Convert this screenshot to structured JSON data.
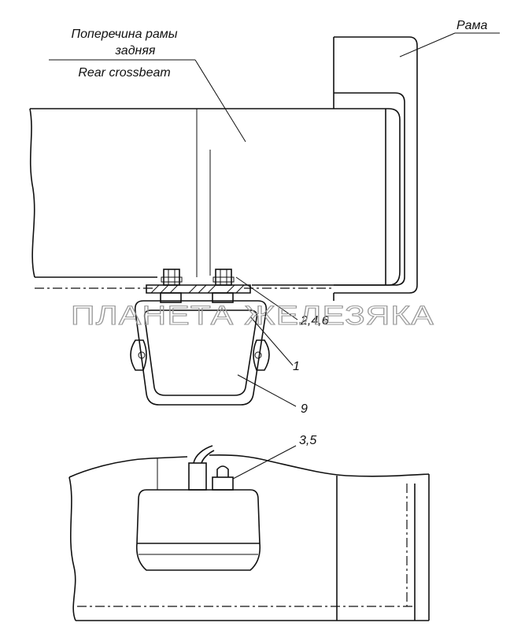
{
  "labels": {
    "crossbeam_ru_line1": "Поперечина рамы",
    "crossbeam_ru_line2": "задняя",
    "crossbeam_en": "Rear crossbeam",
    "frame": "Рама",
    "callout_246": "2,4,6",
    "callout_1": "1",
    "callout_9": "9",
    "callout_35": "3,5"
  },
  "watermark": "ПЛАНЕТА ЖЕЛЕЗЯКА"
}
